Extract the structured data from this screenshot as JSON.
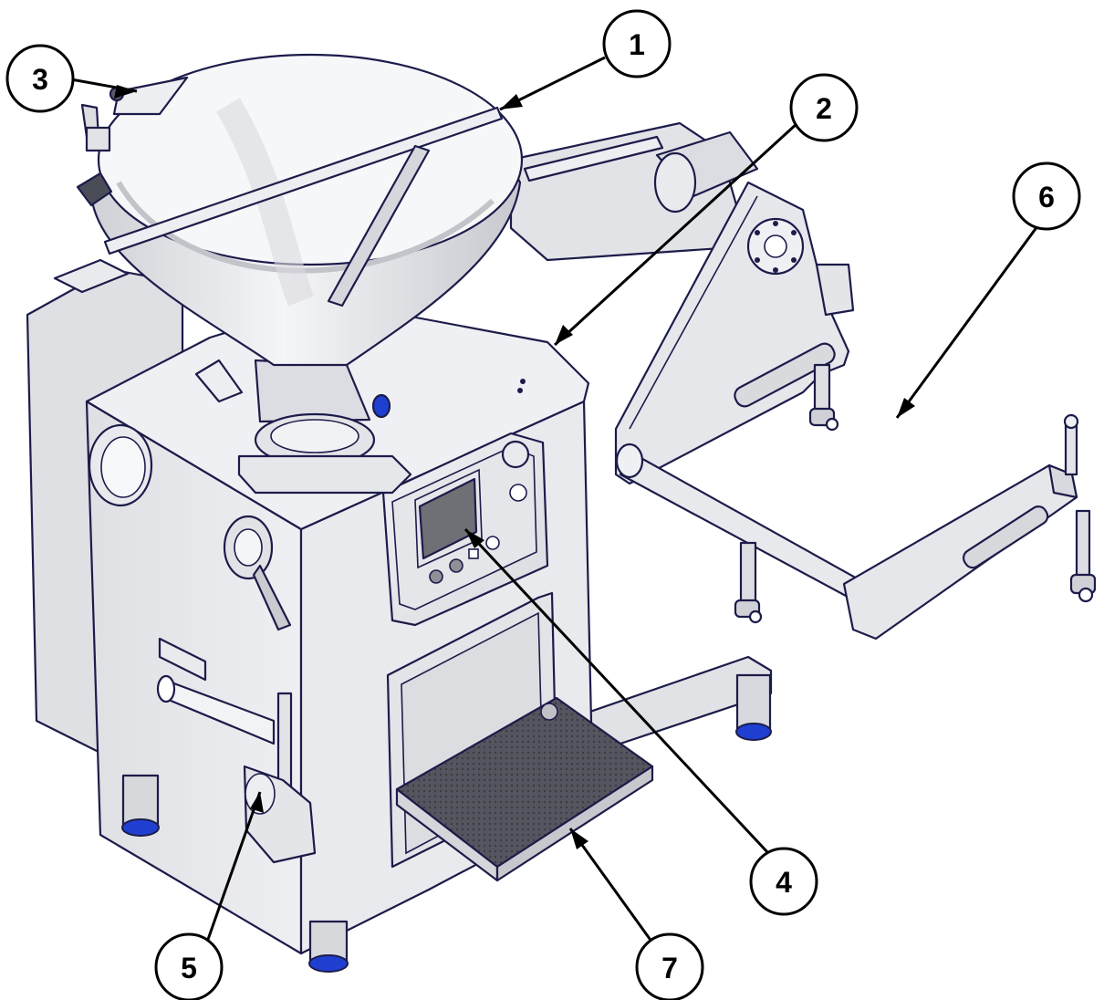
{
  "callouts": [
    {
      "id": "1",
      "label": "1"
    },
    {
      "id": "2",
      "label": "2"
    },
    {
      "id": "3",
      "label": "3"
    },
    {
      "id": "4",
      "label": "4"
    },
    {
      "id": "5",
      "label": "5"
    },
    {
      "id": "6",
      "label": "6"
    },
    {
      "id": "7",
      "label": "7"
    }
  ],
  "colors": {
    "body": "#e6e7ea",
    "body_shade": "#d2d4d9",
    "outline": "#1c1c4a",
    "feet": "#1f3fd1",
    "tray": "#4b4b55",
    "screen": "#6f7076"
  }
}
